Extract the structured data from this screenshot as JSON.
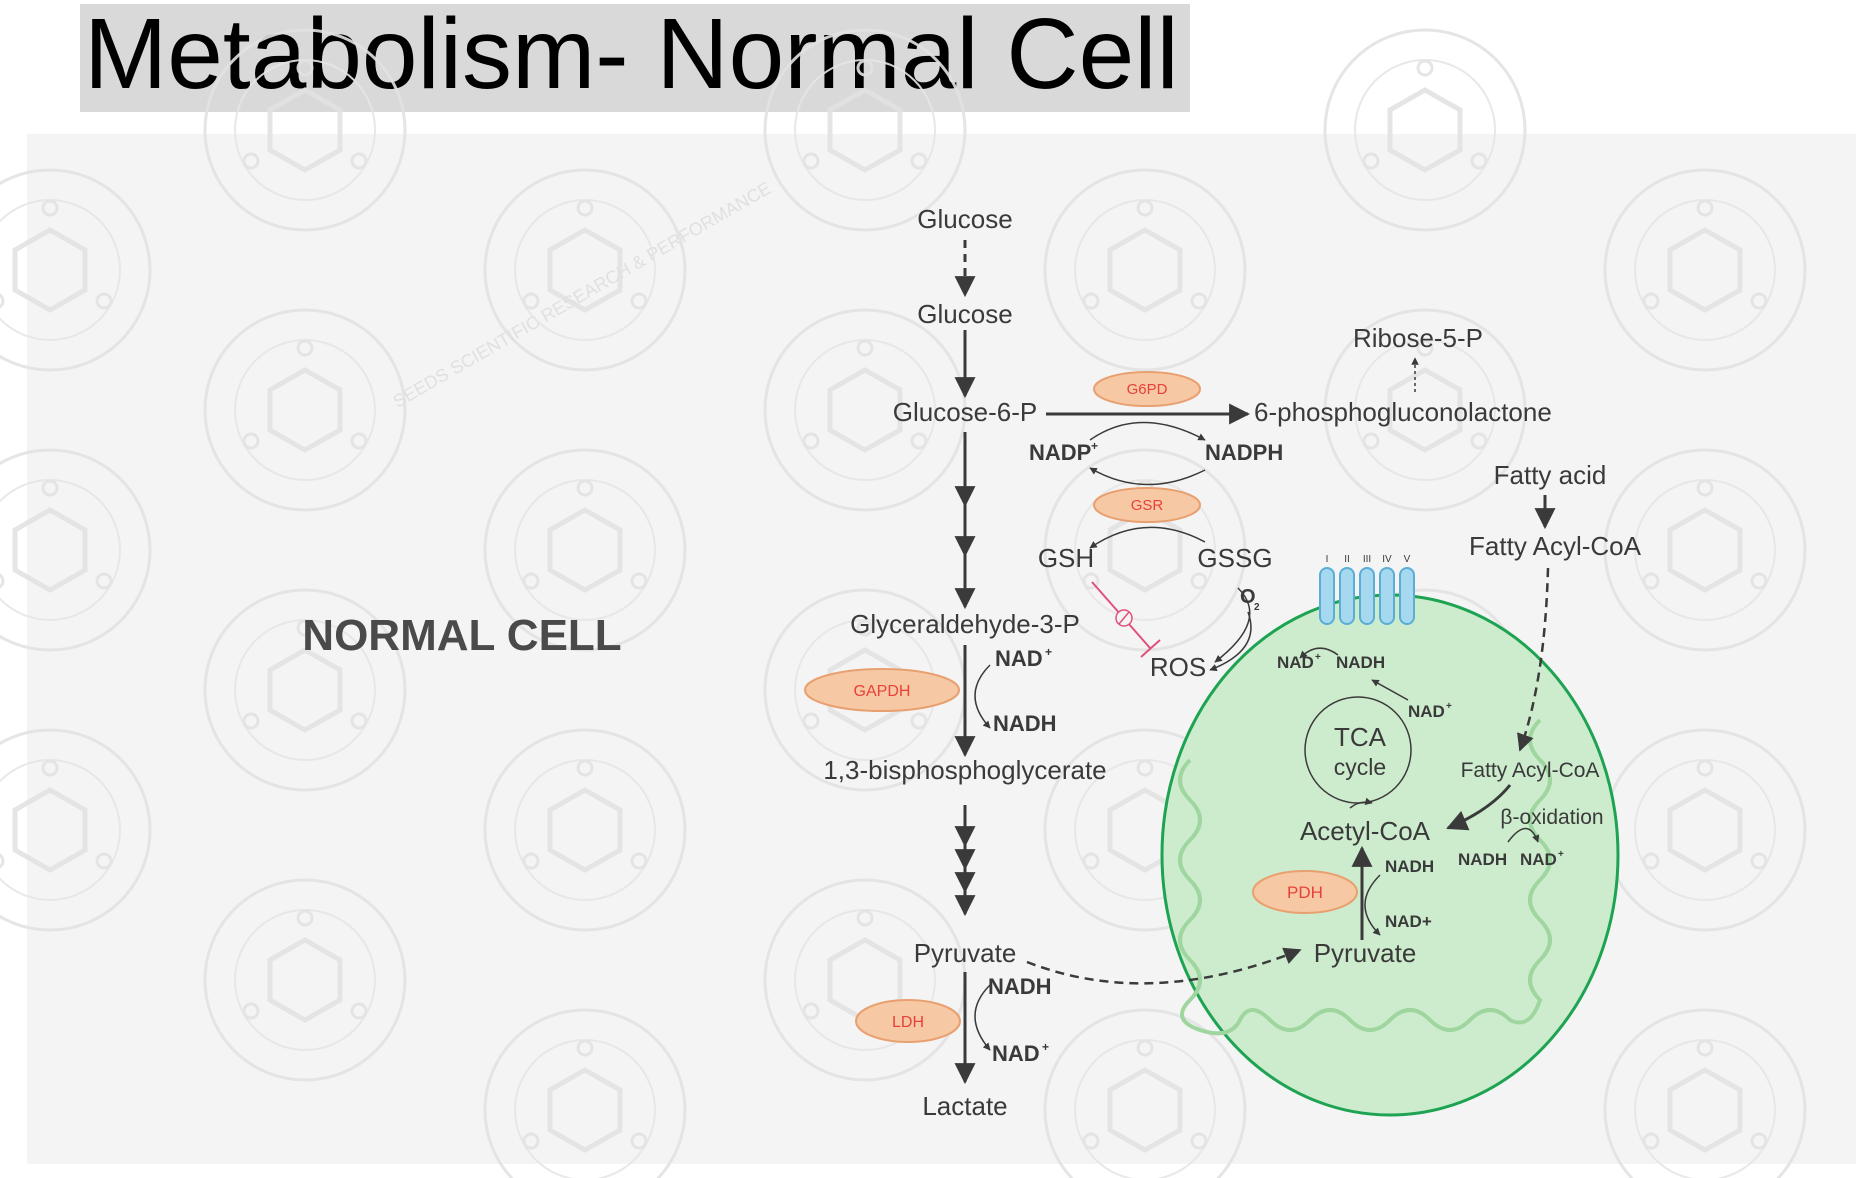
{
  "title": "Metabolism- Normal Cell",
  "section_label": "NORMAL CELL",
  "watermark": "SEEDS SCIENTIFIC RESEARCH & PERFORMANCE",
  "glycolysis": {
    "glucose_outside": "Glucose",
    "glucose_inside": "Glucose",
    "glucose_6_p": "Glucose-6-P",
    "gap": "Glyceraldehyde-3-P",
    "bpg": "1,3-bisphosphoglycerate",
    "pyruvate": "Pyruvate",
    "lactate": "Lactate"
  },
  "ppp": {
    "product": "6-phosphogluconolactone",
    "ribose": "Ribose-5-P",
    "nadp": "NADP",
    "nadph": "NADPH",
    "gsh": "GSH",
    "gssg": "GSSG",
    "ros": "ROS",
    "o2": "O",
    "o2_sub": "2"
  },
  "cofactors": {
    "nad_plus": "NAD",
    "plus": "+",
    "nadh": "NADH",
    "nad_plus_alt": "NAD+"
  },
  "enzymes": {
    "g6pd": "G6PD",
    "gsr": "GSR",
    "gapdh": "GAPDH",
    "ldh": "LDH",
    "pdh": "PDH"
  },
  "mitochondria": {
    "tca_line1": "TCA",
    "tca_line2": "cycle",
    "acetyl_coa": "Acetyl-CoA",
    "pyruvate": "Pyruvate",
    "fatty_acyl_coa_in": "Fatty Acyl-CoA",
    "beta_oxidation": "β-oxidation",
    "complexes": [
      "I",
      "II",
      "III",
      "IV",
      "V"
    ]
  },
  "fatty_acid": {
    "fatty_acid": "Fatty acid",
    "fatty_acyl_coa": "Fatty Acyl-CoA"
  },
  "colors": {
    "enzyme_fill": "#f6c9a4",
    "enzyme_text": "#e8403a",
    "mito_fill": "#cdeccd",
    "mito_stroke": "#1ea353",
    "complex_fill": "#a6d8f0",
    "inhibit": "#e0507a",
    "text": "#3a3a3a"
  }
}
